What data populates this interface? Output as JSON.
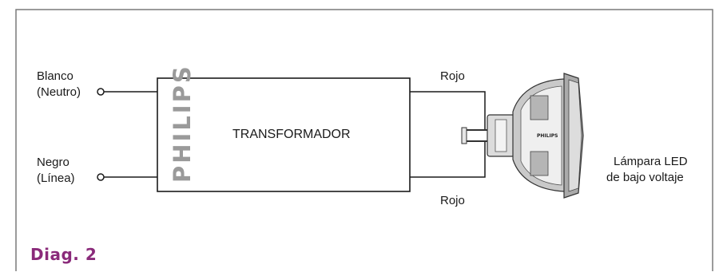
{
  "caption": "Diag. 2",
  "colors": {
    "border": "#7a7a7a",
    "line": "#1a1a1a",
    "logo": "#9a9a9a",
    "caption": "#8a2a7a"
  },
  "inputs": {
    "white": {
      "line1": "Blanco",
      "line2": "(Neutro)"
    },
    "black": {
      "line1": "Negro",
      "line2": "(Línea)"
    }
  },
  "transformer": {
    "brand": "PHILIPS",
    "label": "TRANSFORMADOR"
  },
  "outputs": {
    "top": "Rojo",
    "bottom": "Rojo"
  },
  "lamp": {
    "line1": "Lámpara LED",
    "line2": "de bajo voltaje",
    "brand": "PHILIPS"
  }
}
